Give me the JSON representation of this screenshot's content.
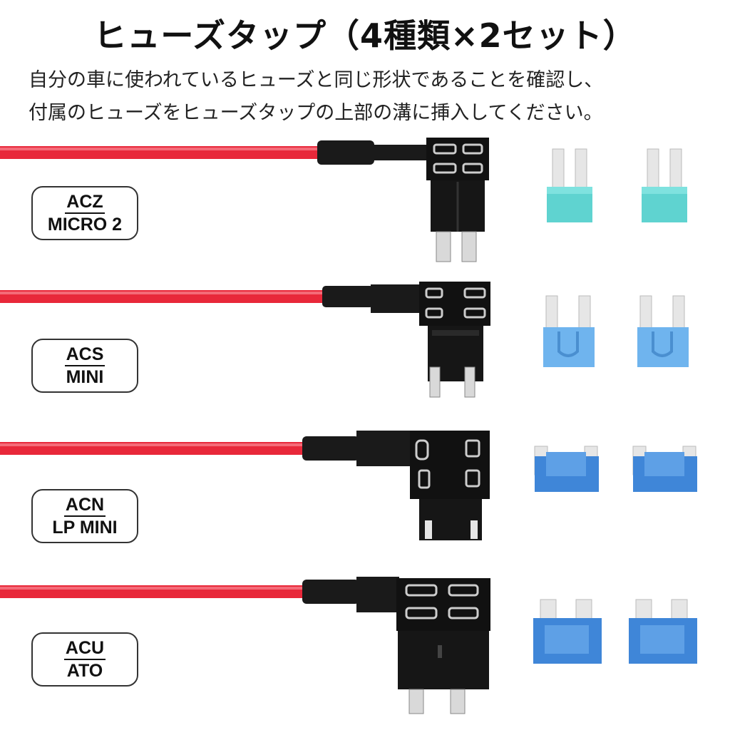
{
  "header": {
    "title": "ヒューズタップ（4種類×2セット）",
    "lines": [
      "自分の車に使われているヒューズと同じ形状であることを確認し、",
      "付属のヒューズをヒューズタップの上部の溝に挿入してください。"
    ]
  },
  "rows": [
    {
      "line1": "ACZ",
      "line2": "MICRO 2",
      "fuse_color": "#5fd3d0"
    },
    {
      "line1": "ACS",
      "line2": "MINI",
      "fuse_color": "#6fb4ee"
    },
    {
      "line1": "ACN",
      "line2": "LP MINI",
      "fuse_color": "#3f86d8"
    },
    {
      "line1": "ACU",
      "line2": "ATO",
      "fuse_color": "#3f86d8"
    }
  ],
  "colors": {
    "wire": "#e8283a",
    "holder": "#111111",
    "terminal": "#d9d9d9"
  }
}
